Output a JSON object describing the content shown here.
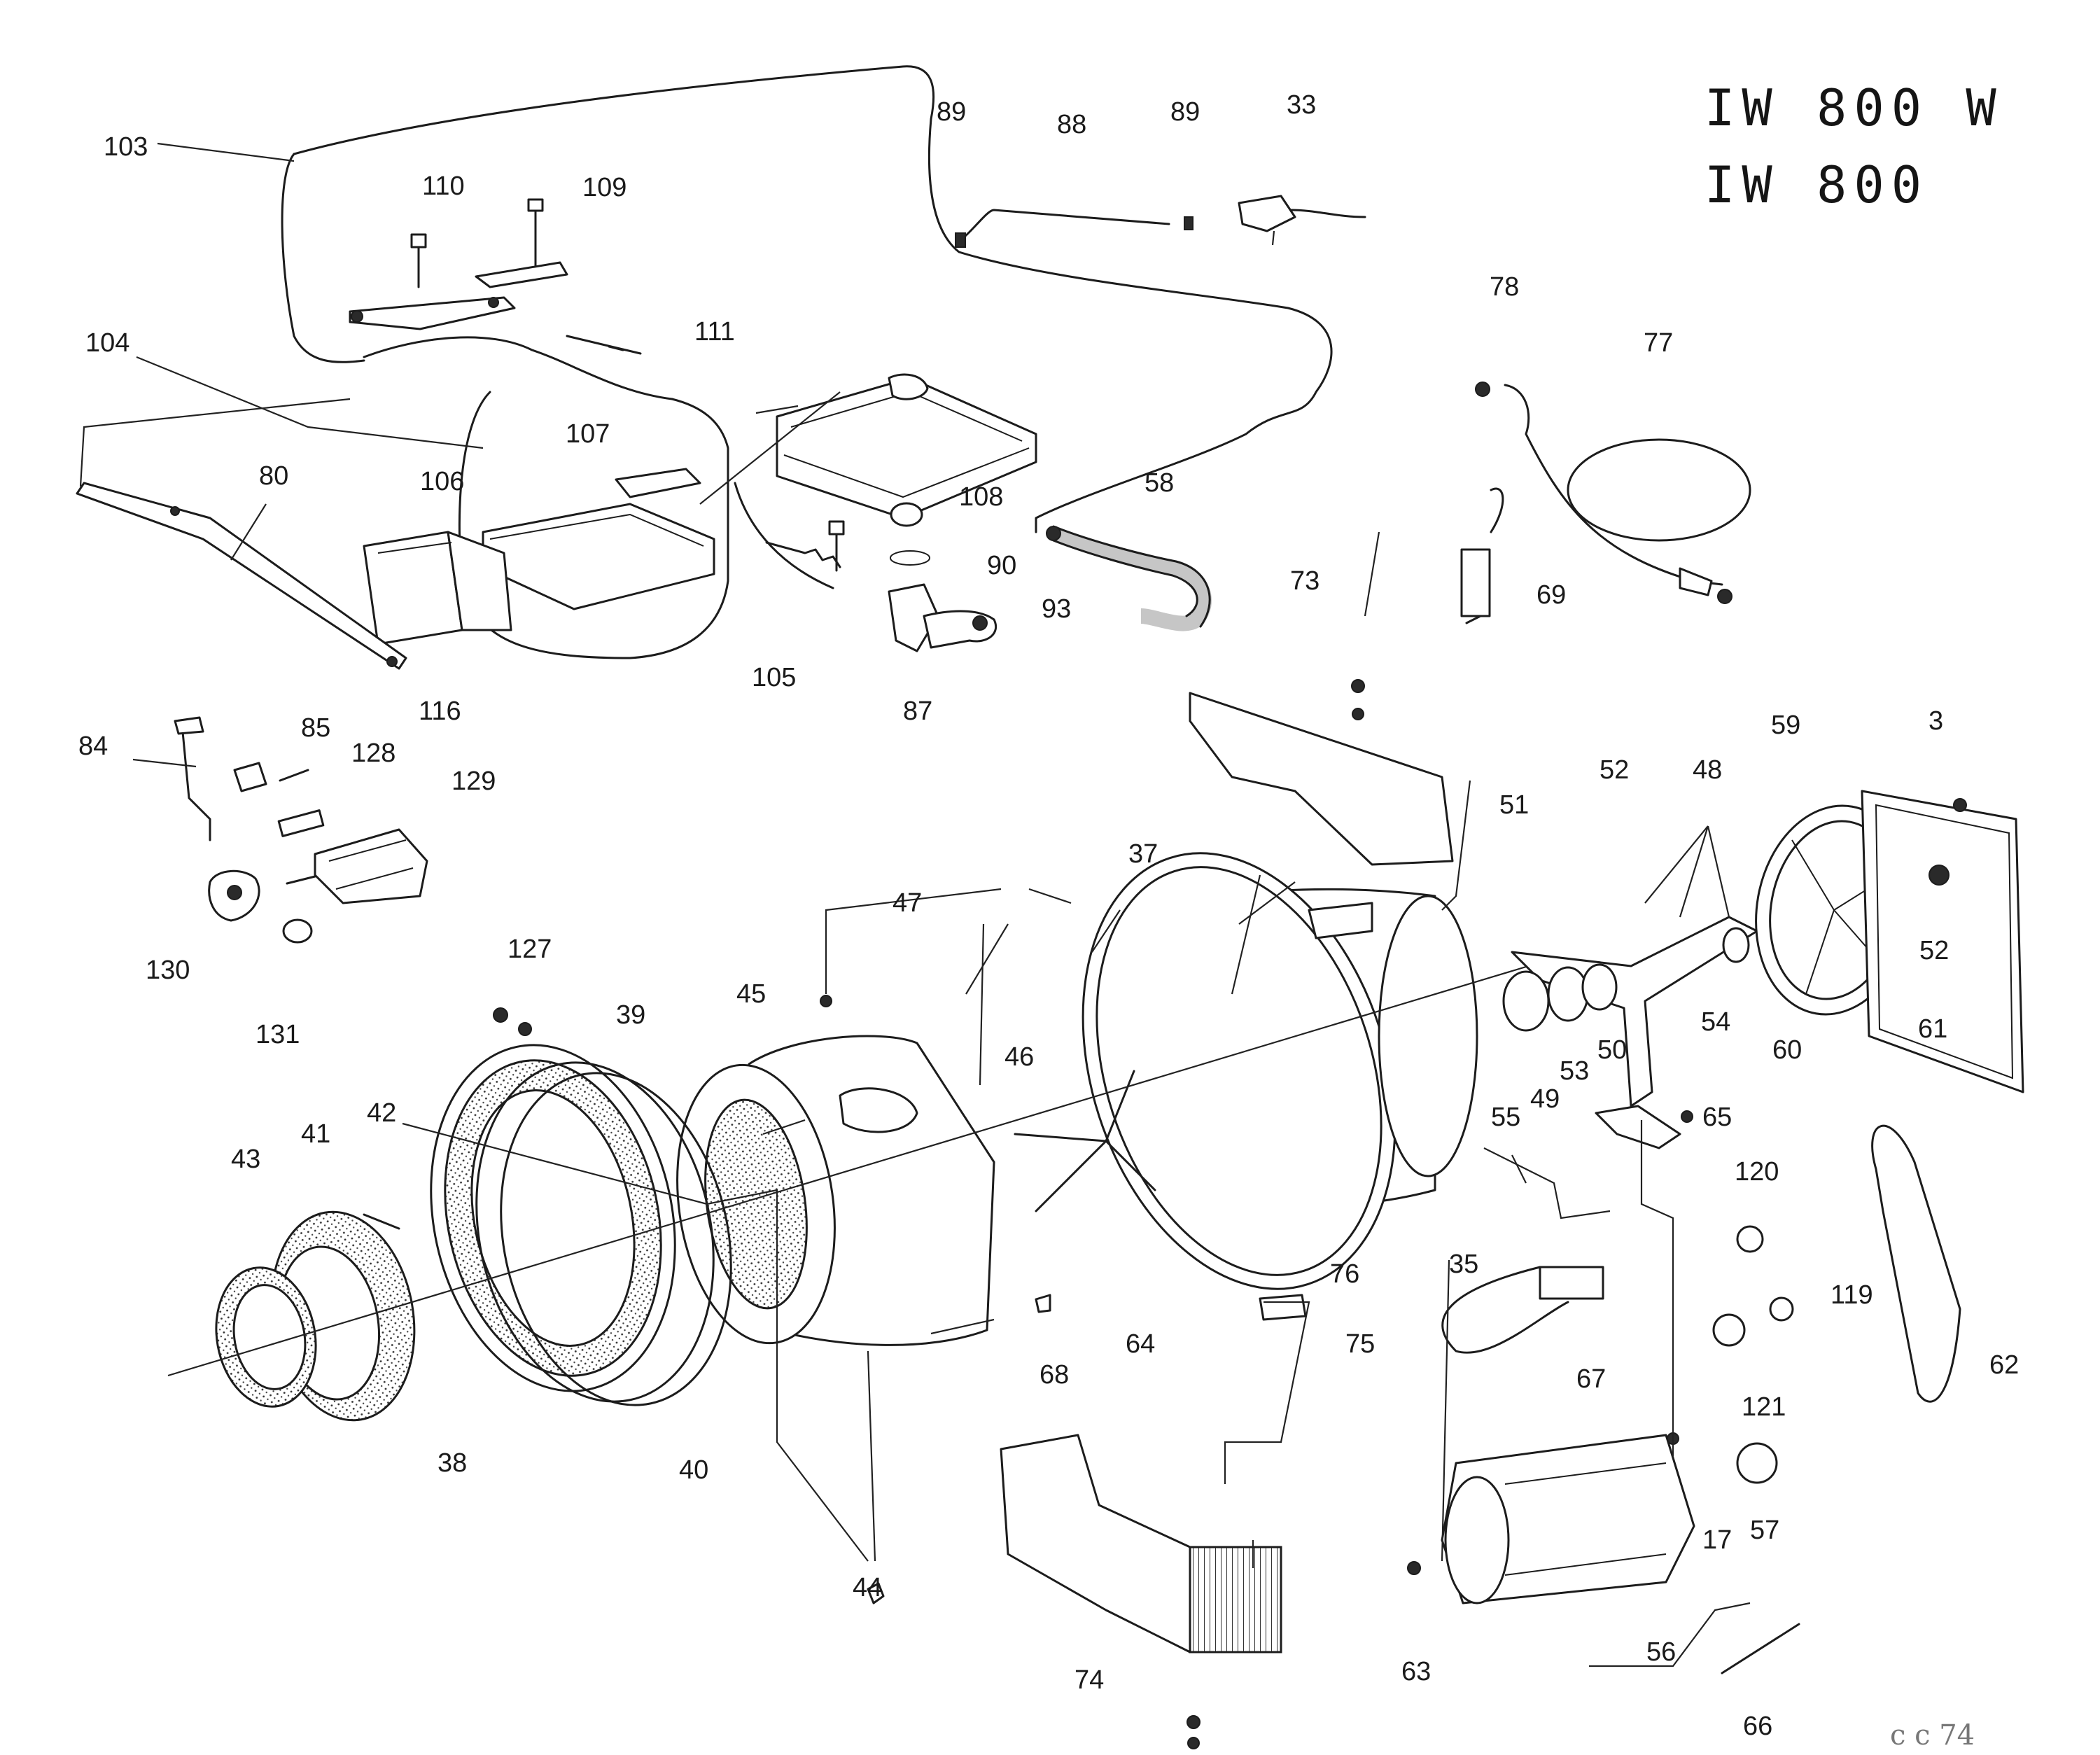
{
  "title_lines": [
    "IW 800 W",
    "IW 800"
  ],
  "corner_note": "c c 74",
  "callouts": [
    "103",
    "89",
    "88",
    "89",
    "33",
    "110",
    "109",
    "111",
    "78",
    "77",
    "104",
    "107",
    "108",
    "90",
    "58",
    "80",
    "106",
    "116",
    "105",
    "93",
    "87",
    "69",
    "73",
    "84",
    "85",
    "128",
    "129",
    "130",
    "131",
    "47",
    "37",
    "51",
    "52",
    "48",
    "59",
    "3",
    "127",
    "39",
    "45",
    "46",
    "49",
    "53",
    "50",
    "55",
    "54",
    "60",
    "61",
    "52",
    "65",
    "43",
    "41",
    "42",
    "38",
    "40",
    "44",
    "76",
    "64",
    "68",
    "75",
    "35",
    "120",
    "119",
    "121",
    "62",
    "67",
    "63",
    "17",
    "57",
    "56",
    "66",
    "74"
  ]
}
